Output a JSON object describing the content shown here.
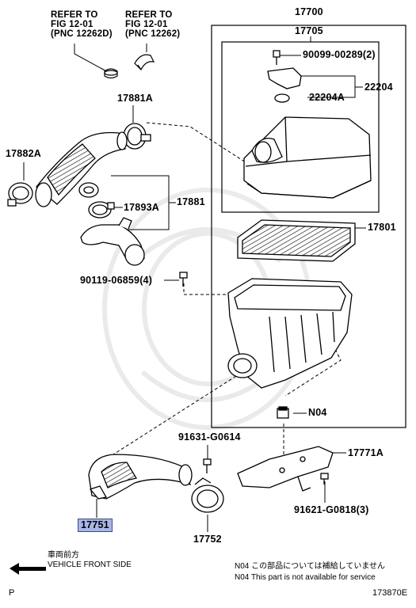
{
  "refs": {
    "left": [
      "REFER TO",
      "FIG 12-01",
      "(PNC 12262D)"
    ],
    "right": [
      "REFER TO",
      "FIG 12-01",
      "(PNC 12262)"
    ]
  },
  "parts": {
    "p17700": "17700",
    "p17705": "17705",
    "p90099": "90099-00289(2)",
    "p22204": "22204",
    "p22204A": "22204A",
    "p17881A": "17881A",
    "p17882A": "17882A",
    "p17893A": "17893A",
    "p17881": "17881",
    "p17801": "17801",
    "p90119": "90119-06859(4)",
    "pN04": "N04",
    "p91631": "91631-G0614",
    "p17771A": "17771A",
    "p91621": "91621-G0818(3)",
    "p17751": "17751",
    "p17752": "17752"
  },
  "footer": {
    "front_jp": "車両前方",
    "front_en": "VEHICLE FRONT SIDE",
    "note_jp": "N04  この部品については補給していません",
    "note_en": "N04  This part is not available for service",
    "page_mark": "P",
    "fig_code": "173870E"
  },
  "colors": {
    "highlight": "#a9b7e6",
    "line": "#000000"
  }
}
